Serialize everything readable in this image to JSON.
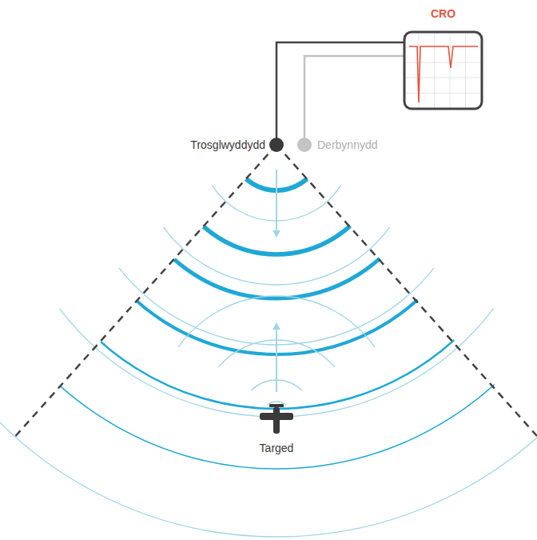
{
  "diagram": {
    "nodes": [
      {
        "text": [
          "CRO"
        ]
      }
    ],
    "labels": [
      "Trosglwyddydd",
      "Derbynnydd",
      "Targed"
    ]
  }
}
